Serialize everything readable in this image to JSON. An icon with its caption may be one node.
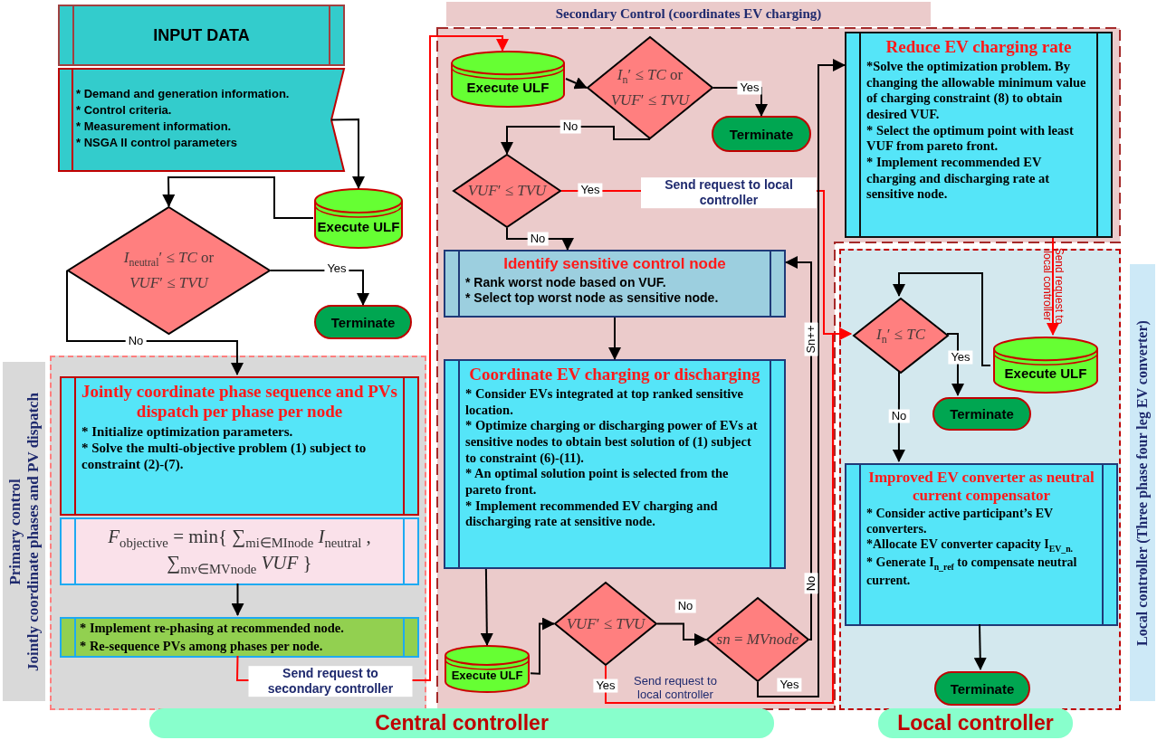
{
  "diagram": {
    "nodes": [
      {
        "text": [
          "INPUT DATA"
        ]
      },
      {
        "text": [
          "* Demand and generation information.",
          "* Control criteria.",
          "* Measurement information.",
          "* NSGA II control parameters"
        ]
      },
      {
        "text": [
          "Execute ULF"
        ]
      },
      {
        "text": [
          "*I*$_{neutral}$′ ≤ *TC* or *VUF*′ ≤ *TVU*"
        ]
      },
      {
        "text": [
          "Terminate"
        ]
      },
      {
        "text": [
          "Primary control",
          "Jointly coordinate phases and PV dispatch"
        ]
      },
      {
        "text": [],
        "shape": "box"
      },
      {
        "text": [
          "Jointly coordinate phase sequence and PVs dispatch per phase per node",
          "* Initialize optimization parameters.",
          "* Solve the multi-objective problem (1) subject to constraint (2)-(7)."
        ],
        "in": 6
      },
      {
        "text": [
          "*F*$_{objective}$ = min{ ∑$_{mi∈MInode}$ *I*$_{neutral}$ , ∑$_{mv∈MVnode}$ *VUF* }"
        ],
        "in": 6
      },
      {
        "text": [
          "* Implement re-phasing at recommended node.",
          "* Re-sequence PVs among phases per node."
        ],
        "in": 6
      },
      {
        "text": [
          "Secondary Control (coordinates EV charging)"
        ]
      },
      {
        "text": [],
        "shape": "box"
      },
      {
        "text": [
          "Execute ULF"
        ],
        "in": 11
      },
      {
        "text": [
          "*I*$_{n}$′ ≤ *TC* or *VUF*′ ≤ *TVU*"
        ],
        "in": 11
      },
      {
        "text": [
          "Terminate"
        ],
        "in": 11
      },
      {
        "text": [
          "*VUF*′ ≤ *TVU*"
        ],
        "in": 11
      },
      {
        "text": [
          "Identify sensitive control node",
          "* Rank worst node based on VUF.",
          "* Select top worst node as sensitive node."
        ],
        "in": 11
      },
      {
        "text": [
          "Coordinate EV charging or discharging",
          "* Consider EVs integrated at top ranked sensitive location.",
          "* Optimize charging or discharging power of EVs at sensitive nodes to obtain best solution of (1) subject to constraint (6)-(11).",
          "* An optimal solution point is selected from the pareto front.",
          "* Implement recommended EV charging and discharging rate at sensitive node."
        ],
        "in": 11
      },
      {
        "text": [
          "Execute ULF"
        ],
        "in": 11
      },
      {
        "text": [
          "*VUF*′ ≤ *TVU*"
        ],
        "in": 11
      },
      {
        "text": [
          "*sn* = *MVnode*"
        ],
        "in": 11
      },
      {
        "text": [
          "Reduce EV charging rate",
          "*Solve the optimization problem. By changing the allowable minimum value of charging constraint (8) to obtain desired VUF.",
          "* Select the optimum point with least VUF from pareto front.",
          "* Implement recommended EV charging and discharging rate at sensitive node."
        ],
        "in": 11
      },
      {
        "text": [],
        "shape": "box"
      },
      {
        "text": [
          "*I*$_{n}$′ ≤ *TC*"
        ],
        "in": 22
      },
      {
        "text": [
          "Execute ULF"
        ],
        "in": 22
      },
      {
        "text": [
          "Terminate"
        ],
        "in": 22
      },
      {
        "text": [
          "Improved EV converter as neutral current compensator",
          "* Consider active participant’s EV converters.",
          "*Allocate EV converter capacity I$_{EV_n.}$",
          "* Generate I$_{n_ref}$ to compensate neutral current."
        ],
        "in": 22
      },
      {
        "text": [
          "Terminate"
        ],
        "in": 22
      },
      {
        "text": [
          "Central controller"
        ]
      },
      {
        "text": [
          "Local controller"
        ]
      },
      {
        "text": [
          "Local controller (Three phase four leg EV converter)"
        ]
      }
    ],
    "edges": [
      {
        "from": 1,
        "to": 2,
        "arrow": "to"
      },
      {
        "from": 2,
        "to": 3,
        "arrow": "to"
      },
      {
        "from": 3,
        "to": 4,
        "arrow": "to",
        "label": "Yes"
      },
      {
        "from": 3,
        "to": 7,
        "arrow": "to",
        "label": "No"
      },
      {
        "from": 8,
        "to": 9,
        "arrow": "to"
      },
      {
        "from": 9,
        "to": 12,
        "arrow": "to",
        "label": "Send request to secondary controller",
        "color": "#ff0000"
      },
      {
        "from": 12,
        "to": 13,
        "arrow": "to"
      },
      {
        "from": 13,
        "to": 14,
        "arrow": "to",
        "label": "Yes"
      },
      {
        "from": 13,
        "to": 15,
        "arrow": "to",
        "label": "No"
      },
      {
        "from": 15,
        "to": 23,
        "arrow": "to",
        "label": "Yes",
        "color": "#ff0000"
      },
      {
        "from": 15,
        "to": 16,
        "arrow": "to",
        "label": "No"
      },
      {
        "from": 16,
        "to": 17,
        "arrow": "to"
      },
      {
        "from": 17,
        "to": 18,
        "arrow": "to"
      },
      {
        "from": 18,
        "to": 19,
        "arrow": "to"
      },
      {
        "from": 19,
        "to": 20,
        "arrow": "to",
        "label": "No"
      },
      {
        "from": 19,
        "to": 23,
        "arrow": "to",
        "label": "Yes",
        "color": "#ff0000"
      },
      {
        "from": 20,
        "to": 16,
        "arrow": "to",
        "label": "No"
      },
      {
        "from": 20,
        "to": 21,
        "arrow": "to",
        "label": "Yes"
      },
      {
        "from": 21,
        "to": 24,
        "arrow": "to",
        "label": "Send request to local controller",
        "color": "#ff0000"
      },
      {
        "from": 23,
        "to": 25,
        "arrow": "to",
        "label": "Yes"
      },
      {
        "from": 23,
        "to": 26,
        "arrow": "to",
        "label": "No"
      },
      {
        "from": 24,
        "to": 23,
        "arrow": "to"
      },
      {
        "from": 26,
        "to": 27,
        "arrow": "to"
      }
    ],
    "labels": [
      "Send request to local controller",
      "Send request to local controller",
      "Sn++"
    ]
  }
}
